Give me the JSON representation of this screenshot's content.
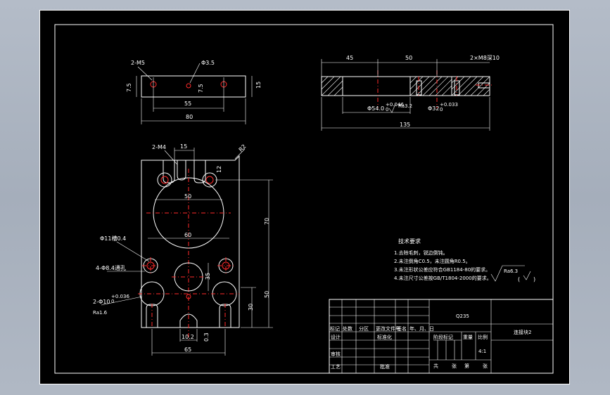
{
  "top_view": {
    "label_holes": "2-M5",
    "label_bore": "Φ3.5",
    "dim_left_h": "7.5",
    "dim_mid_h": "7.5",
    "dim_right_h": "15",
    "dim_hole_span": "55",
    "dim_width": "80"
  },
  "section_view": {
    "dim_left": "45",
    "dim_mid": "50",
    "label_threads": "2×M8深10",
    "bore_left": "Φ54.0",
    "bore_left_tol": "+0.046",
    "bore_left_tol_low": "0",
    "rough_left": "Ra3.2",
    "bore_right": "Φ32",
    "bore_right_tol": "+0.033",
    "bore_right_tol_low": "0",
    "dim_length": "135"
  },
  "front_view": {
    "label_m4": "2-M4",
    "dim_slot": "15",
    "dim_chamfer": "R2",
    "dim_12": "12",
    "dim_50": "50",
    "dim_70": "70",
    "dim_60": "60",
    "dim_35": "35",
    "dim_50b": "50",
    "dim_30": "30",
    "label_hole_tol": "Φ11槽0.4",
    "label_4holes": "4-Φ8.4通孔",
    "label_2holes": "2-Φ10",
    "label_2holes_tol": "+0.036",
    "label_2holes_tol_low": "0",
    "label_ra": "Ra1.6",
    "dim_10_2": "10.2",
    "dim_0_3": "0.3",
    "dim_65": "65"
  },
  "notes": {
    "heading": "技术要求",
    "items": [
      "1.去除毛刺，锐边倒钝。",
      "2.未注倒角C0.5，未注圆角R0.5。",
      "3.未注形状公差应符合GB1184-80的要求。",
      "4.未注尺寸公差按GB/T1804-2000的要求。"
    ],
    "roughness": "Ra6.3"
  },
  "title_block": {
    "material": "Q235",
    "part_name": "连接块2",
    "row_marks": [
      "标记",
      "处数",
      "分区",
      "更改文件号",
      "签名",
      "年、月、日"
    ],
    "design": "设计",
    "standard": "标准化",
    "stage_mark": "阶段标记",
    "weight": "重量",
    "scale_label": "比例",
    "scale_value": "4:1",
    "review": "审核",
    "process": "工艺",
    "approve": "批准",
    "sheets": "共",
    "sheet_of": "张",
    "sheet_num": "第",
    "sheet_end": "张"
  }
}
